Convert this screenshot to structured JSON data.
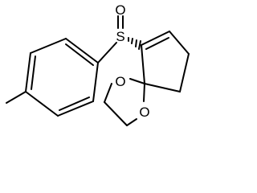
{
  "atoms": {
    "oxygen_sulfoxide": "O",
    "sulfur": "S",
    "oxygen_ring_upper": "O",
    "oxygen_ring_lower": "O"
  },
  "colors": {
    "bond": "#000000",
    "background": "#ffffff"
  }
}
